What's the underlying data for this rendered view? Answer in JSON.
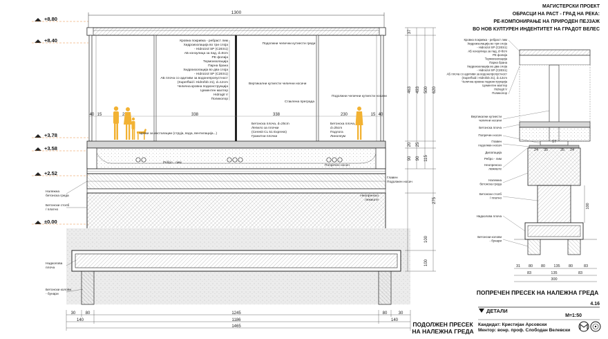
{
  "header": {
    "line1": "МАГИСТЕРСКИ ПРОЕКТ",
    "line2": "ОБРАСЦИ НА РАСТ - ГРАД НА РЕКА:",
    "line3": "РЕ-КОМПОНИРАЊЕ НА ПРИРОДЕН ПЕЈЗАЖ",
    "line4": "ВО НОВ КУЛТУРЕН ИНДЕНТИТЕТ НА ГРАДОТ ВЕЛЕС"
  },
  "levels": [
    "+8.80",
    "+8.40",
    "+3.78",
    "+3.58",
    "+2.52",
    "±0.00"
  ],
  "long_section": {
    "title_line1": "ПОДОЛЖЕН ПРЕСЕК",
    "title_line2": "НА НАЛЕЖНА ГРЕДА",
    "top_dim": "1300",
    "bay_dims": [
      "40",
      "15",
      "230",
      "338",
      "338",
      "230",
      "15",
      "40"
    ],
    "right_dims": [
      "37",
      "463",
      "493",
      "500",
      "620",
      "20",
      "25",
      "90",
      "90",
      "115",
      "275",
      "100",
      "100"
    ],
    "bottom_dims_row1": [
      "30",
      "80",
      "1245",
      "80",
      "30"
    ],
    "bottom_dims_row2": [
      "140",
      "1186",
      "140"
    ],
    "bottom_dims_row3": [
      "1465"
    ],
    "roof_layers": [
      "Кровна покривка - ребраст лим",
      "Хидроизолација во три слоја",
      "- Hidroizol SP (C2ES1)",
      "АБ конзулица за пад, d=8cm",
      "PE фолија",
      "Термоизолација",
      "Парна брана",
      "Хидроизолација во два слоја",
      "- Hidroizol SP (C2ES1)",
      "АБ плоча со адитиви за водонепропустност",
      "(Superfluid i Hidrofob 21), d=12cm",
      "Челична кровна подконструкција",
      "Цементен малтер",
      "Hidrogit V",
      "Поликолор"
    ],
    "labels": {
      "roof_steel_beams": "Подолжни челични кутиести греди",
      "vertical_steel_posts": "Вертикални кутиести челични носачи",
      "glass_partition": "Стаклена преграда",
      "side_beams": "Подолжни челични кутиести носачи",
      "pipes": "Цевки за инсталации (струја, вода, вентилација...)",
      "slab_layers": [
        "Бетонска плоча, d=25cm",
        "Лепило за плочки",
        "(Ceresit CL 51 Express)",
        "Гранитни плочки"
      ],
      "slab_right": [
        "Бетонска плоча,",
        "d=25cm",
        "Подлога",
        "Линолеум"
      ],
      "rib_sheet": "Ребро - лим",
      "cross_beam": "Попречен носач",
      "main_beam": [
        "Главен",
        "Подолжен носач"
      ],
      "neoprene": [
        "Неопренско",
        "лежиште"
      ],
      "bearing_beam": [
        "Належна",
        "бетонска греда"
      ],
      "column": [
        "Бетонски столб",
        "/ платно"
      ],
      "pile_cap": [
        "Надколова",
        "плоча"
      ],
      "piles": [
        "Бетонски колови",
        "- бунари"
      ]
    }
  },
  "cross_section": {
    "title": "ПОПРЕЧЕН ПРЕСЕК НА НАЛЕЖНА ГРЕДА",
    "roof_layers": [
      "Кровна покривка - ребраст лим",
      "Хидроизолација во три слоја",
      "- Hidroizol SP (C2ES1)",
      "АБ конзулица за пад, d=8cm",
      "PE фолија",
      "Термоизолација",
      "Парна брана",
      "Хидроизолација во два слоја",
      "- Hidroizol SP (C2ES1)",
      "АБ плоча со адитиви за водонепропустност",
      "(Superfluid i Hidrofob 21), d=12cm",
      "Челична кровна подконструкција",
      "Цементен малтер",
      "Hidrogit V",
      "Поликолор"
    ],
    "labels": [
      [
        "Вертикални кутиести",
        "челични носачи"
      ],
      [
        "Бетонска плоча"
      ],
      [
        "Попречен носач"
      ],
      [
        "Главен",
        "подолжен носач"
      ],
      [
        "Дилатација"
      ],
      [
        "Ребро - лим"
      ],
      [
        "Неопренско",
        "лежиште"
      ],
      [
        "Належна",
        "бетонска греда"
      ],
      [
        "Бетонски столб",
        "/ платно"
      ],
      [
        "Надколова плоча"
      ],
      [
        "Бетонски колови",
        "- бунари"
      ]
    ],
    "inner_dims": [
      "17",
      "24",
      "35",
      "35",
      "24"
    ],
    "right_dim": "100",
    "bottom_dims_row1": [
      "31",
      "80",
      "80",
      "135",
      "80",
      "83"
    ],
    "bottom_dims_row2": [
      "83",
      "135",
      "83"
    ],
    "bottom_dims_row3": [
      "300"
    ]
  },
  "details": {
    "label": "ДЕТАЛИ",
    "number": "4.16",
    "scale": "M=1:50",
    "candidate": "Кандидат: Кристијан Арсовски",
    "mentor": "Ментор: вонр. проф. Слободан Велевски"
  }
}
